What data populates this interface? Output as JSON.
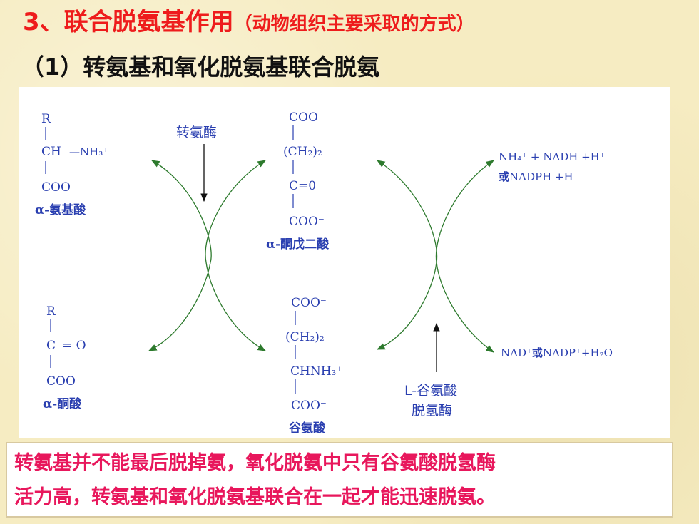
{
  "title": {
    "main": "3、联合脱氨基作用",
    "sub": "（动物组织主要采取的方式）"
  },
  "subtitle": {
    "num": "（1）",
    "text": "转氨基和氧化脱氨基联合脱氨"
  },
  "diagram": {
    "amino_acid": {
      "r": "R",
      "ch": "CH",
      "nh3": "—NH₃⁺",
      "coo": "COO⁻",
      "label": "α-氨基酸"
    },
    "keto_acid_left": {
      "r": "R",
      "c": "C",
      "o": "= O",
      "coo": "COO⁻",
      "label": "α-酮酸"
    },
    "transaminase": "转氨酶",
    "alpha_kg": {
      "coo1": "COO⁻",
      "ch2": "(CH₂)₂",
      "co": "C=0",
      "coo2": "COO⁻",
      "label": "α-酮戊二酸"
    },
    "glutamate": {
      "coo1": "COO⁻",
      "ch2": "(CH₂)₂",
      "chnh3": "CHNH₃⁺",
      "coo2": "COO⁻",
      "label": "谷氨酸"
    },
    "products_right": {
      "line1": "NH₄⁺ + NADH  +H⁺",
      "line2_a": "或",
      "line2_b": "NADPH  +H⁺"
    },
    "cofactors_right": {
      "a": "NAD⁺",
      "b": "或",
      "c": "NADP⁺+H₂O"
    },
    "enzyme_gdh": {
      "line1": "L-谷氨酸",
      "line2": "脱氢酶"
    }
  },
  "note": {
    "line1": "转氨基并不能最后脱掉氨，氧化脱氨中只有谷氨酸脱氢酶",
    "line2": "活力高，转氨基和氧化脱氨基联合在一起才能迅速脱氨。"
  }
}
